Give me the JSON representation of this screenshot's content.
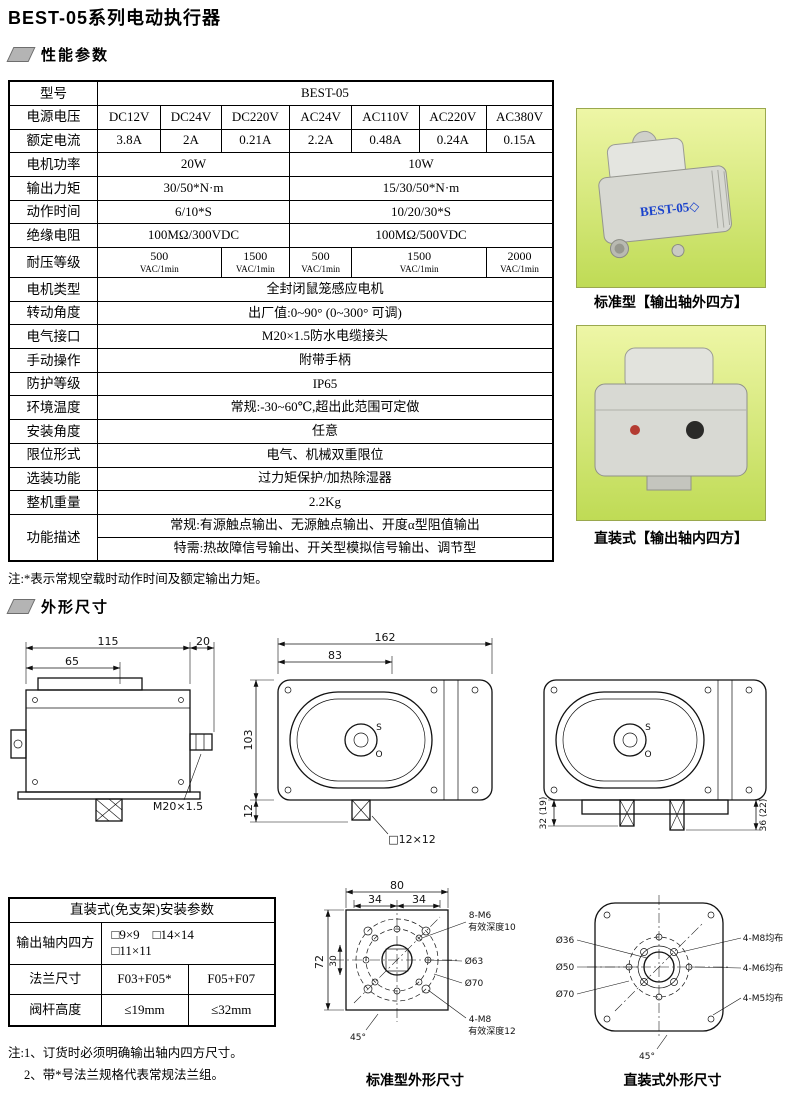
{
  "page": {
    "title": "BEST-05系列电动执行器"
  },
  "sections": {
    "performance": "性能参数",
    "dimensions": "外形尺寸"
  },
  "spec": {
    "model": {
      "label": "型号",
      "value": "BEST-05"
    },
    "voltage": {
      "label": "电源电压",
      "values": [
        "DC12V",
        "DC24V",
        "DC220V",
        "AC24V",
        "AC110V",
        "AC220V",
        "AC380V"
      ]
    },
    "current": {
      "label": "额定电流",
      "values": [
        "3.8A",
        "2A",
        "0.21A",
        "2.2A",
        "0.48A",
        "0.24A",
        "0.15A"
      ]
    },
    "power": {
      "label": "电机功率",
      "dc": "20W",
      "ac": "10W"
    },
    "torque": {
      "label": "输出力矩",
      "dc": "30/50*N·m",
      "ac": "15/30/50*N·m"
    },
    "time": {
      "label": "动作时间",
      "dc": "6/10*S",
      "ac": "10/20/30*S"
    },
    "insulation": {
      "label": "绝缘电阻",
      "dc": "100MΩ/300VDC",
      "ac": "100MΩ/500VDC"
    },
    "withstand": {
      "label": "耐压等级",
      "unit": "VAC/1min",
      "values": [
        "500",
        "1500",
        "500",
        "1500",
        "2000"
      ]
    },
    "motor_type": {
      "label": "电机类型",
      "value": "全封闭鼠笼感应电机"
    },
    "rotation": {
      "label": "转动角度",
      "value": "出厂值:0~90° (0~300° 可调)"
    },
    "interface": {
      "label": "电气接口",
      "value": "M20×1.5防水电缆接头"
    },
    "manual": {
      "label": "手动操作",
      "value": "附带手柄"
    },
    "protection": {
      "label": "防护等级",
      "value": "IP65"
    },
    "temperature": {
      "label": "环境温度",
      "value": "常规:-30~60℃,超出此范围可定做"
    },
    "mounting": {
      "label": "安装角度",
      "value": "任意"
    },
    "limit": {
      "label": "限位形式",
      "value": "电气、机械双重限位"
    },
    "optional": {
      "label": "选装功能",
      "value": "过力矩保护/加热除湿器"
    },
    "weight": {
      "label": "整机重量",
      "value": "2.2Kg"
    },
    "function": {
      "label": "功能描述",
      "line1": "常规:有源触点输出、无源触点输出、开度α型阻值输出",
      "line2": "特需:热故障信号输出、开关型模拟信号输出、调节型"
    },
    "note": "注:*表示常规空载时动作时间及额定输出力矩。"
  },
  "products": {
    "standard": {
      "badge": "BEST-05◇",
      "caption": "标准型【输出轴外四方】"
    },
    "direct": {
      "caption": "直装式【输出轴内四方】"
    }
  },
  "drawings": {
    "side": {
      "d115": "115",
      "d20": "20",
      "d65": "65",
      "thread": "M20×1.5"
    },
    "top": {
      "d162": "162",
      "d83": "83",
      "d103": "103",
      "d12": "12",
      "shaft": "□12×12",
      "s": "S",
      "o": "O"
    },
    "right": {
      "left_dim": "32 (19)",
      "right_dim": "36 (22)",
      "s": "S",
      "o": "O"
    },
    "std_flange": {
      "caption": "标准型外形尺寸",
      "d80": "80",
      "d34a": "34",
      "d34b": "34",
      "d72": "72",
      "d30": "30",
      "m6": "8-M6",
      "m6_depth": "有效深度10",
      "d63": "Ø63",
      "d70": "Ø70",
      "m8": "4-M8",
      "m8_depth": "有效深度12",
      "angle": "45°"
    },
    "direct_flange": {
      "caption": "直装式外形尺寸",
      "d36": "Ø36",
      "d50": "Ø50",
      "d70": "Ø70",
      "m8": "4-M8均布",
      "m6": "4-M6均布",
      "m5": "4-M5均布",
      "angle": "45°"
    }
  },
  "mount_table": {
    "title": "直装式(免支架)安装参数",
    "rows": {
      "shaft": {
        "label": "输出轴内四方",
        "opts_line1": "□9×9　□14×14",
        "opts_line2": "□11×11"
      },
      "flange": {
        "label": "法兰尺寸",
        "v1": "F03+F05*",
        "v2": "F05+F07"
      },
      "stem": {
        "label": "阀杆高度",
        "v1": "≤19mm",
        "v2": "≤32mm"
      }
    }
  },
  "footnotes": {
    "n1": "注:1、订货时必须明确输出轴内四方尺寸。",
    "n2": "2、带*号法兰规格代表常规法兰组。"
  }
}
